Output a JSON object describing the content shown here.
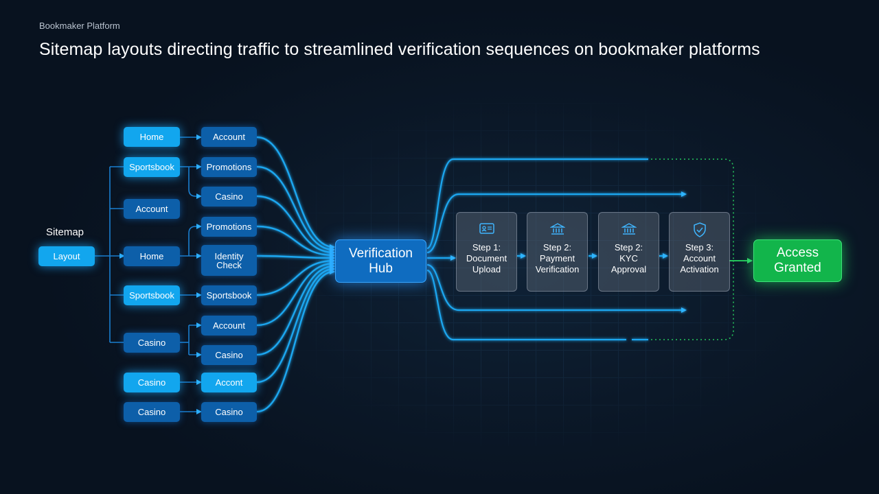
{
  "header": {
    "brand": "Bookmaker Platform",
    "title": "Sitemap layouts directing traffic to streamlined verification sequences on bookmaker platforms"
  },
  "sitemap": {
    "label": "Sitemap",
    "root": "Layout",
    "col1": [
      "Home",
      "Sportsbook",
      "Account",
      "Home",
      "Sportsbook",
      "Casino",
      "Casino",
      "Casino"
    ],
    "col2": [
      "Account",
      "Promotions",
      "Casino",
      "Promotions",
      "Identity Check",
      "Sportsbook",
      "Account",
      "Casino",
      "Accont",
      "Casino"
    ]
  },
  "hub": {
    "line1": "Verification",
    "line2": "Hub"
  },
  "steps": [
    {
      "icon": "id-card-icon",
      "line1": "Step 1:",
      "line2": "Document",
      "line3": "Upload"
    },
    {
      "icon": "bank-icon",
      "line1": "Step 2:",
      "line2": "Payment",
      "line3": "Verification"
    },
    {
      "icon": "bank-icon",
      "line1": "Step 2:",
      "line2": "KYC",
      "line3": "Approval"
    },
    {
      "icon": "shield-check-icon",
      "line1": "Step 3:",
      "line2": "Account",
      "line3": "Activation"
    }
  ],
  "access": {
    "line1": "Access",
    "line2": "Granted"
  },
  "colors": {
    "wire": "#1ea7f0",
    "hub": "#0f6cc0",
    "success": "#12b54b",
    "background": "#0a1626"
  }
}
